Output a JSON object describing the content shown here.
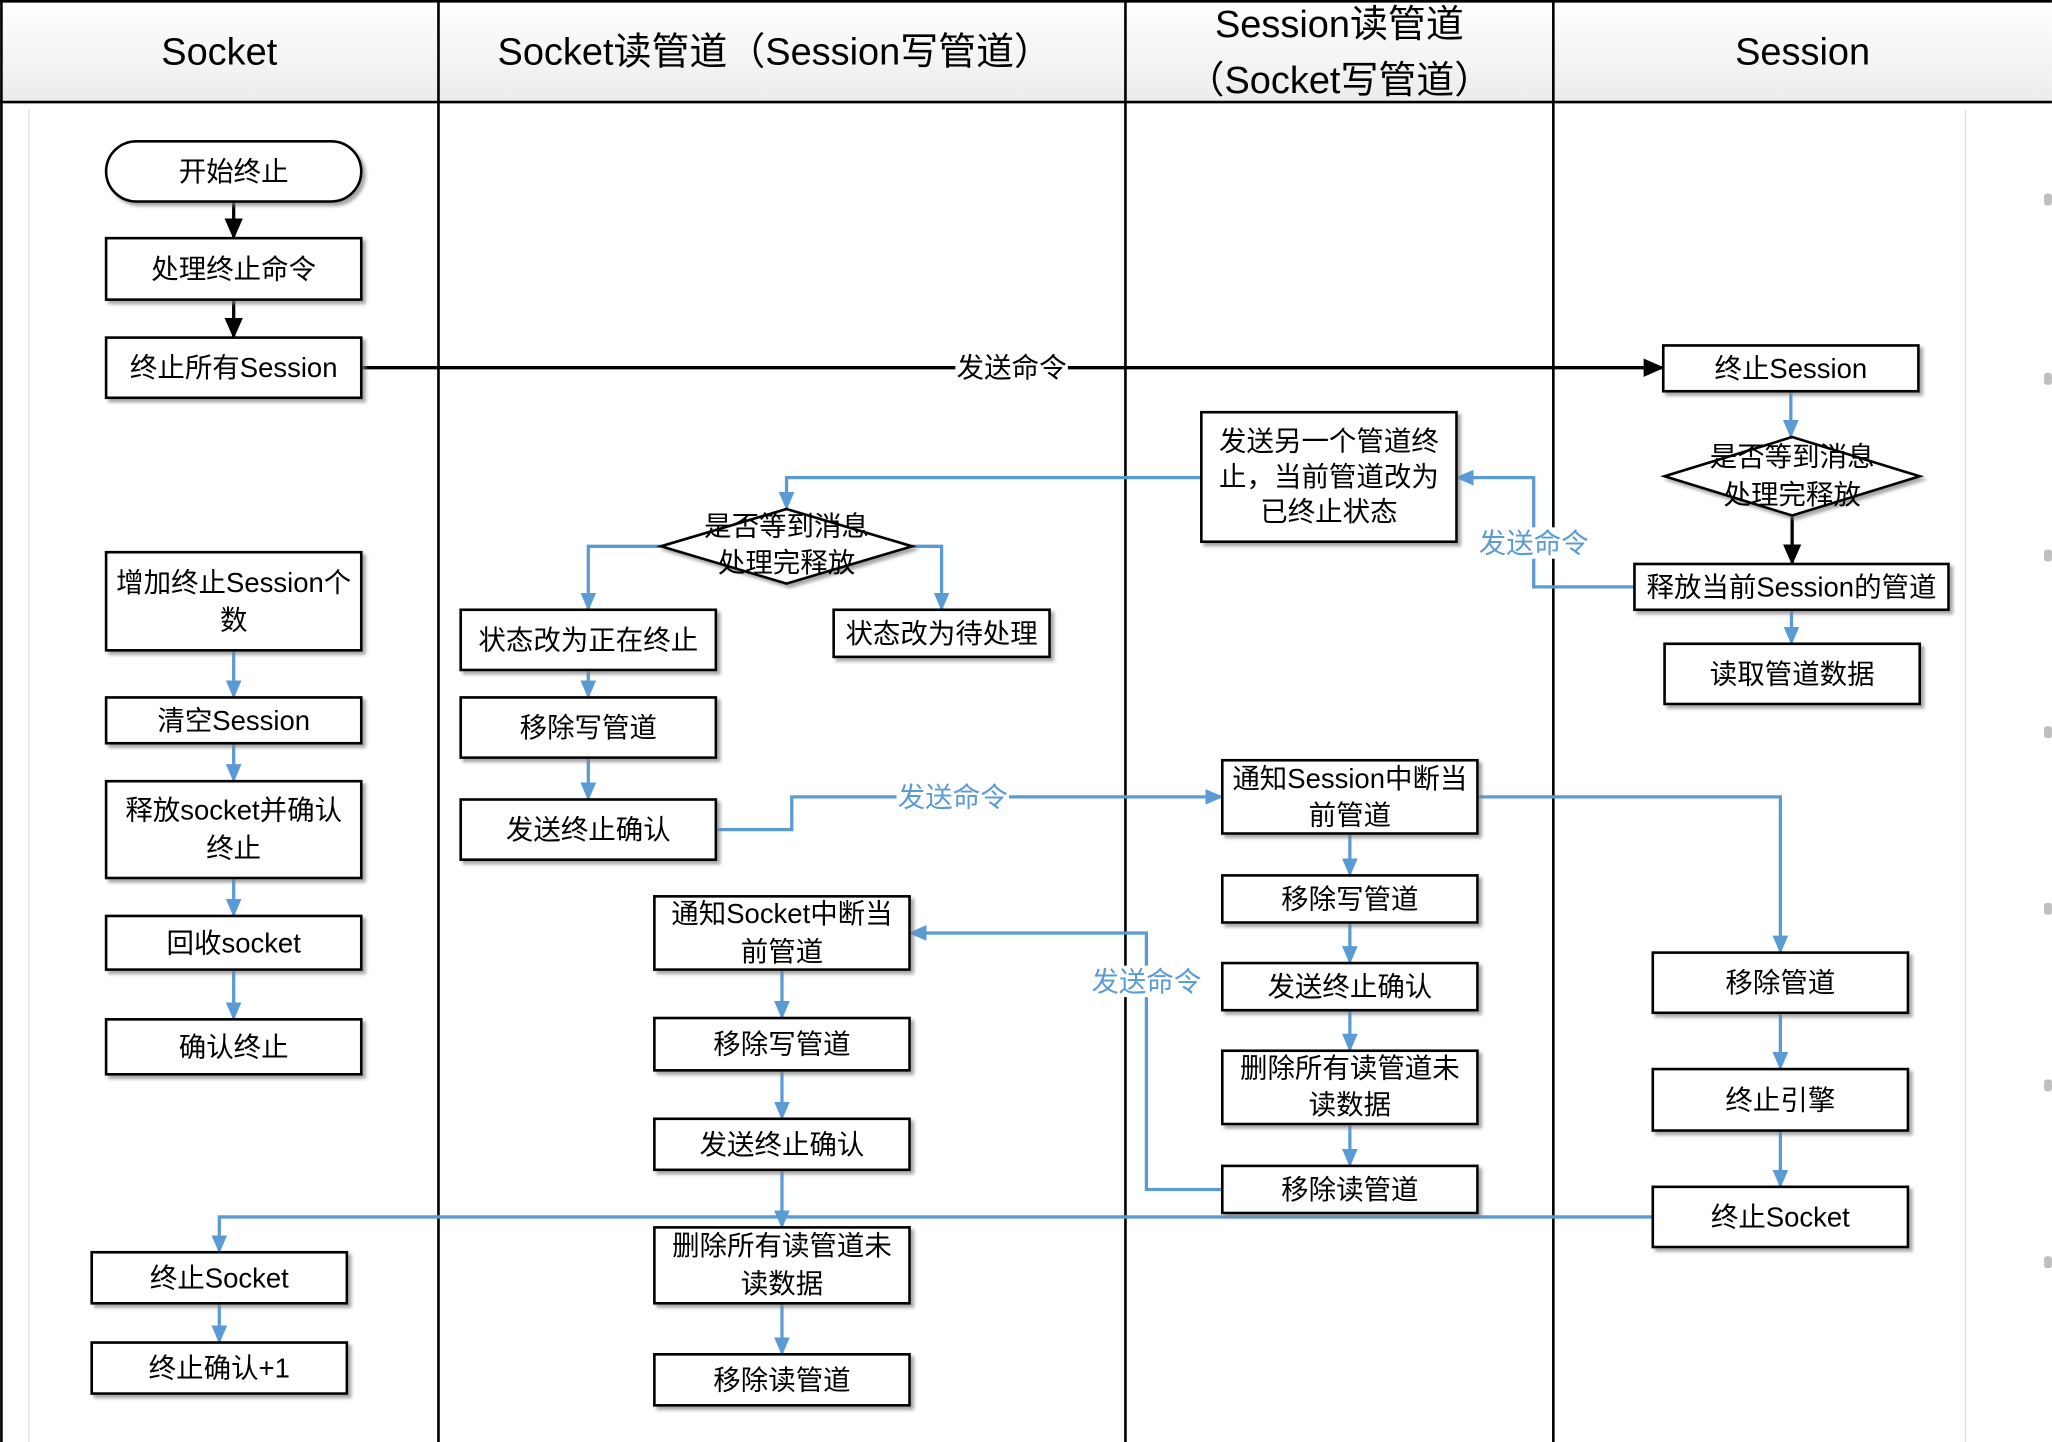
{
  "lanes": [
    {
      "title": "Socket"
    },
    {
      "title": "Socket读管道（Session写管道）"
    },
    {
      "title_lines": [
        "Session读管道",
        "（Socket写管道）"
      ]
    },
    {
      "title": "Session"
    }
  ],
  "nodes": {
    "socket": {
      "start": "开始终止",
      "handle_stop_command": "处理终止命令",
      "stop_all_sessions": "终止所有Session",
      "add_stop_session_count": [
        "增加终止Session个",
        "数"
      ],
      "clear_session": "清空Session",
      "release_socket_confirm": [
        "释放socket并确认",
        "终止"
      ],
      "recycle_socket": "回收socket",
      "confirm_stop": "确认终止",
      "stop_socket": "终止Socket",
      "stop_confirm_plus_one": "终止确认+1"
    },
    "socket_read_pipe": {
      "decision": [
        "是否等到消息",
        "处理完释放"
      ],
      "state_stopping": "状态改为正在终止",
      "state_pending": "状态改为待处理",
      "remove_write_pipe_1": "移除写管道",
      "send_stop_confirm_1": "发送终止确认",
      "notify_socket": [
        "通知Socket中断当",
        "前管道"
      ],
      "remove_write_pipe_2": "移除写管道",
      "send_stop_confirm_2": "发送终止确认",
      "delete_unread": [
        "删除所有读管道未",
        "读数据"
      ],
      "remove_read_pipe": "移除读管道"
    },
    "session_read_pipe": {
      "send_other_pipe_stop": [
        "发送另一个管道终",
        "止，当前管道改为",
        "已终止状态"
      ],
      "notify_session": [
        "通知Session中断当",
        "前管道"
      ],
      "remove_write_pipe": "移除写管道",
      "send_stop_confirm": "发送终止确认",
      "delete_unread": [
        "删除所有读管道未",
        "读数据"
      ],
      "remove_read_pipe": "移除读管道"
    },
    "session": {
      "stop_session": "终止Session",
      "decision": [
        "是否等到消息",
        "处理完释放"
      ],
      "release_pipes": "释放当前Session的管道",
      "read_pipe_data": "读取管道数据",
      "remove_pipe": "移除管道",
      "stop_engine": "终止引擎",
      "stop_socket": "终止Socket"
    }
  },
  "edge_labels": {
    "socket_to_session": "发送命令",
    "session_to_session_read_pipe": "发送命令",
    "socket_read_pipe_to_session_read_pipe": "发送命令",
    "session_read_pipe_to_socket_read_pipe": "发送命令"
  },
  "colors": {
    "line_black": "#000000",
    "line_blue": "#5b9bd5",
    "box_border": "#000000",
    "box_fill": "#ffffff"
  }
}
